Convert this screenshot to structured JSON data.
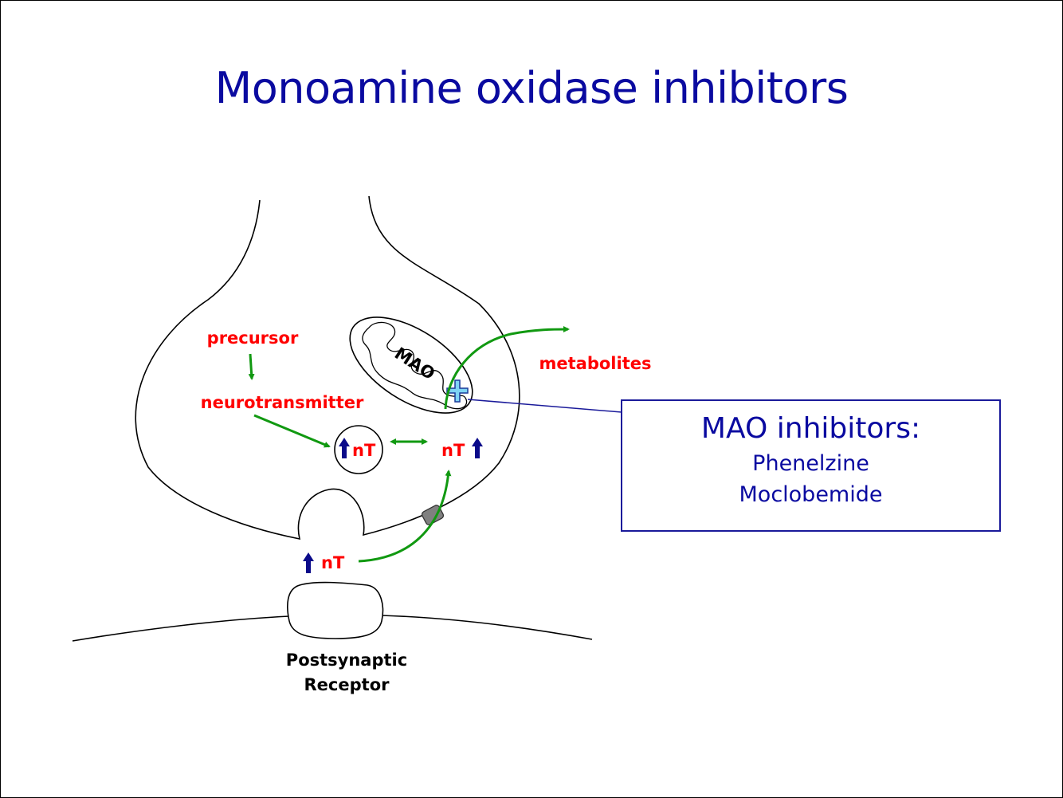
{
  "slide": {
    "title": "Monoamine oxidase inhibitors"
  },
  "diagram": {
    "precursor_label": "precursor",
    "neurotransmitter_label": "neurotransmitter",
    "metabolites_label": "metabolites",
    "enzyme_label": "MAO",
    "nt_label": "nT",
    "receptor_label_line1": "Postsynaptic",
    "receptor_label_line2": "Receptor"
  },
  "info_box": {
    "heading": "MAO inhibitors:",
    "drugs": [
      "Phenelzine",
      "Moclobemide"
    ]
  },
  "colors": {
    "title": "#0a0aa0",
    "labels": "#ff0000",
    "arrows": "#119911",
    "increase_arrows": "#0a0a8a",
    "inhibitor_cross": "#7fd4f5"
  }
}
